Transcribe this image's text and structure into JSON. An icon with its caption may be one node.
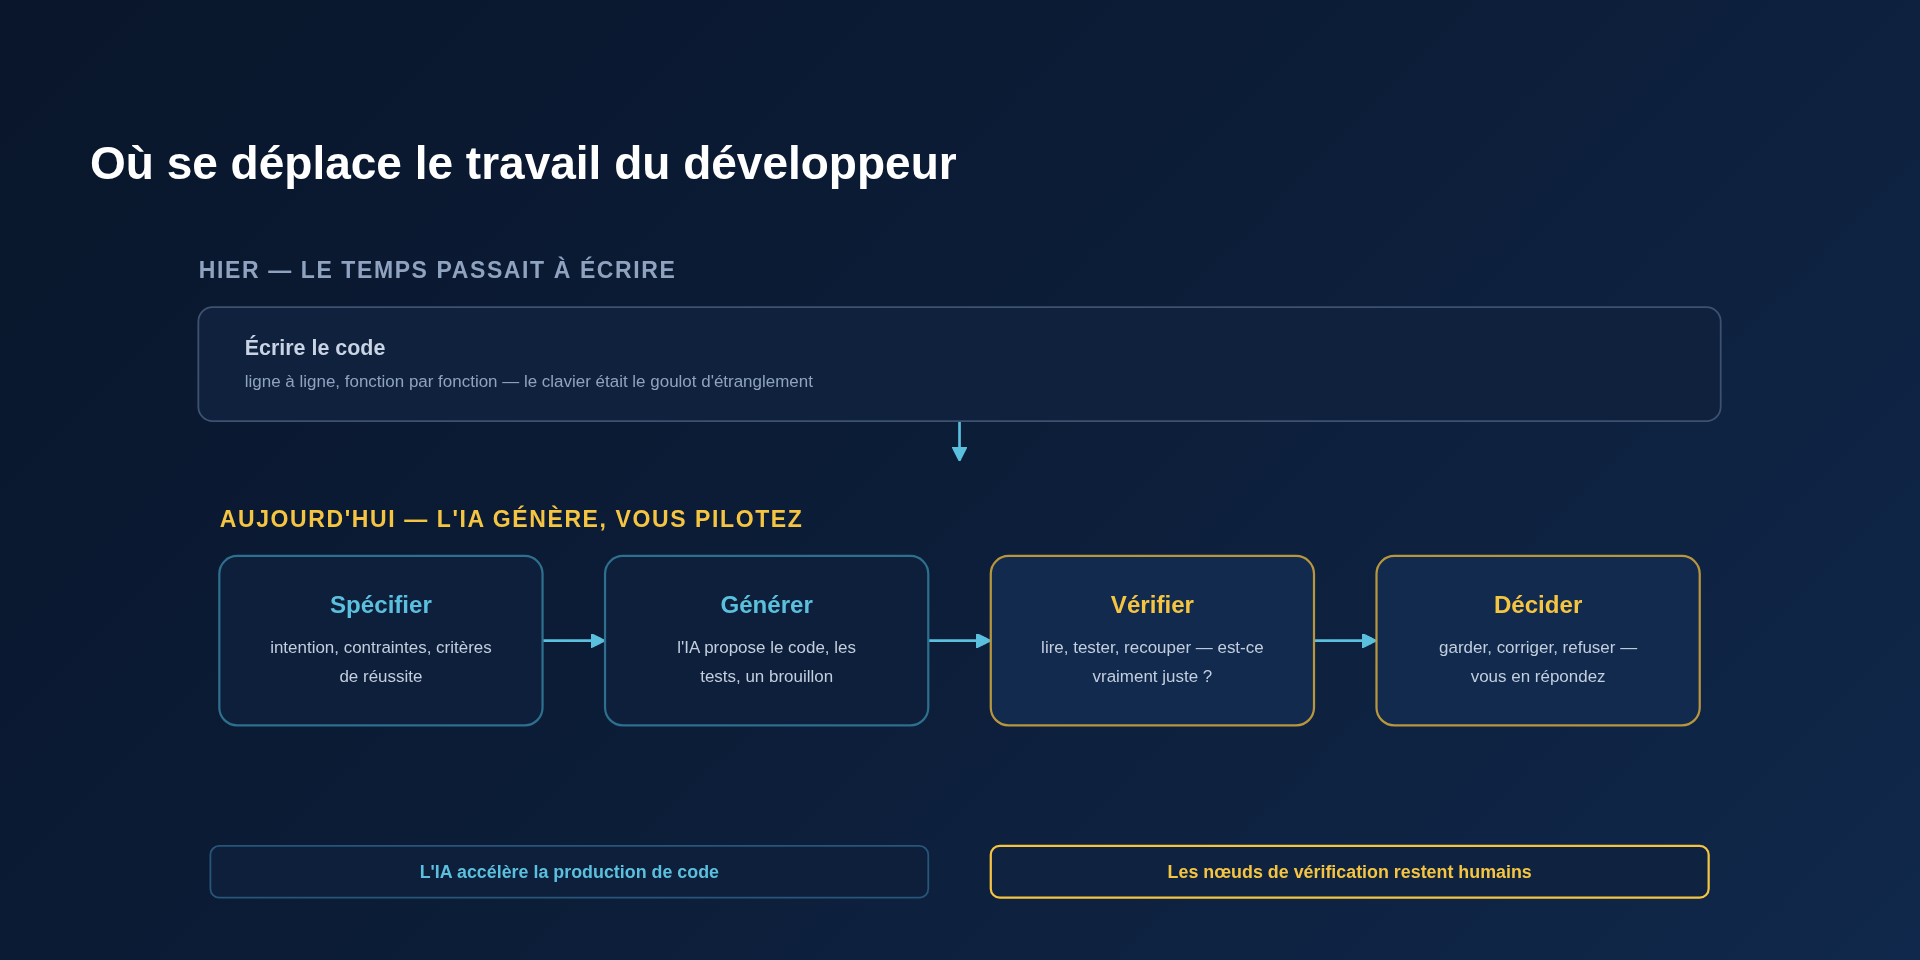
{
  "diagram": {
    "title": "Où se déplace le travail du développeur",
    "nodes": [
      {
        "text": [
          "Écrire le code",
          "ligne à ligne, fonction par fonction — le clavier était le goulot d'étranglement"
        ]
      },
      {
        "text": [
          "Spécifier",
          "intention, contraintes, critères de réussite"
        ]
      },
      {
        "text": [
          "Générer",
          "l'IA propose le code, les tests, un brouillon"
        ]
      },
      {
        "text": [
          "Vérifier",
          "lire, tester, recouper — est-ce vraiment juste ?"
        ]
      },
      {
        "text": [
          "Décider",
          "garder, corriger, refuser — vous en répondez"
        ]
      },
      {
        "text": [
          "L'IA accélère la production de code"
        ]
      },
      {
        "text": [
          "Les nœuds de vérification restent humains"
        ]
      }
    ],
    "edges": [
      {
        "from": 0,
        "to": null,
        "arrow": "to"
      },
      {
        "from": 1,
        "to": 2,
        "arrow": "to"
      },
      {
        "from": 2,
        "to": 3,
        "arrow": "to"
      },
      {
        "from": 3,
        "to": 4,
        "arrow": "to"
      }
    ],
    "labels": [
      "HIER — LE TEMPS PASSAIT À ÉCRIRE",
      "AUJOURD'HUI — L'IA GÉNÈRE, VOUS PILOTEZ"
    ]
  }
}
